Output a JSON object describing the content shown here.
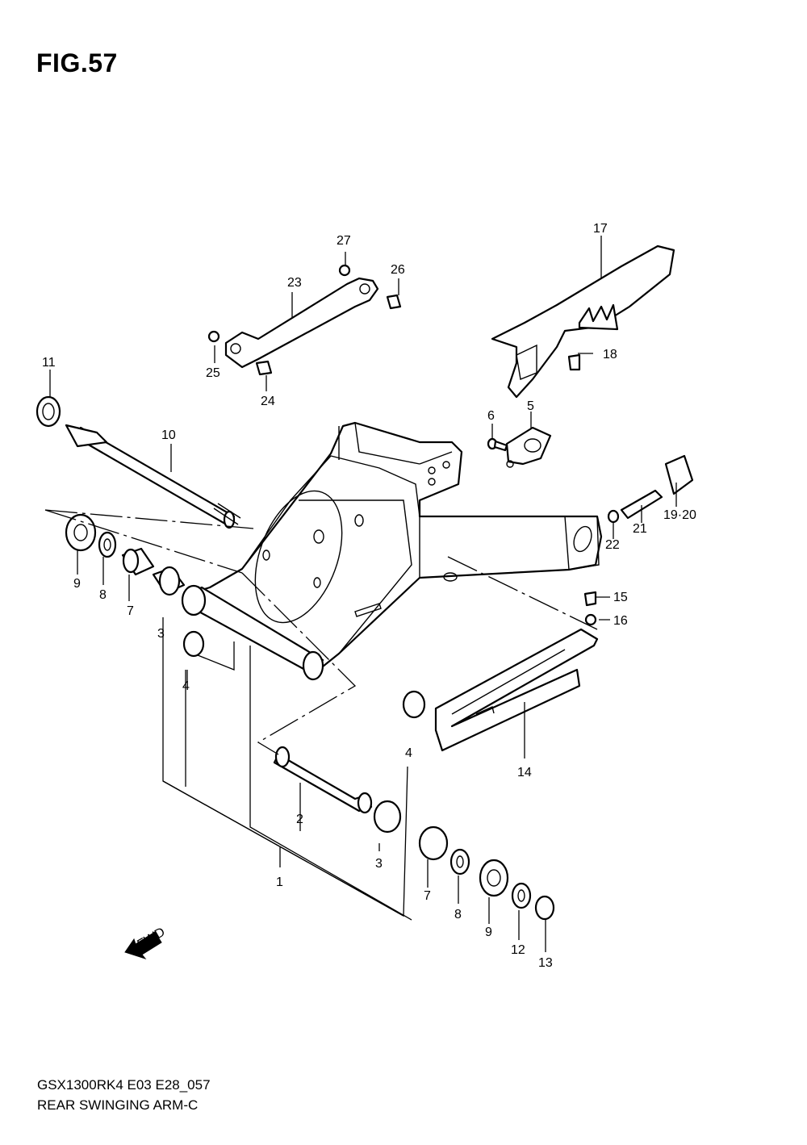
{
  "figure": {
    "title": "FIG.57",
    "code": "GSX1300RK4 E03 E28_057",
    "description": "REAR SWINGING ARM-C"
  },
  "fwd_arrow": {
    "label": "FWD",
    "icon": "fwd-arrow-icon"
  },
  "callouts": [
    {
      "id": "c1",
      "text": "1"
    },
    {
      "id": "c2",
      "text": "2"
    },
    {
      "id": "c3a",
      "text": "3"
    },
    {
      "id": "c3b",
      "text": "3"
    },
    {
      "id": "c4a",
      "text": "4"
    },
    {
      "id": "c4b",
      "text": "4"
    },
    {
      "id": "c5",
      "text": "5"
    },
    {
      "id": "c6",
      "text": "6"
    },
    {
      "id": "c7a",
      "text": "7"
    },
    {
      "id": "c7b",
      "text": "7"
    },
    {
      "id": "c8a",
      "text": "8"
    },
    {
      "id": "c8b",
      "text": "8"
    },
    {
      "id": "c9a",
      "text": "9"
    },
    {
      "id": "c9b",
      "text": "9"
    },
    {
      "id": "c10",
      "text": "10"
    },
    {
      "id": "c11",
      "text": "11"
    },
    {
      "id": "c12",
      "text": "12"
    },
    {
      "id": "c13",
      "text": "13"
    },
    {
      "id": "c14",
      "text": "14"
    },
    {
      "id": "c15",
      "text": "15"
    },
    {
      "id": "c16",
      "text": "16"
    },
    {
      "id": "c17",
      "text": "17"
    },
    {
      "id": "c18",
      "text": "18"
    },
    {
      "id": "c1920",
      "text": "19·20"
    },
    {
      "id": "c21",
      "text": "21"
    },
    {
      "id": "c22",
      "text": "22"
    },
    {
      "id": "c23",
      "text": "23"
    },
    {
      "id": "c24",
      "text": "24"
    },
    {
      "id": "c25",
      "text": "25"
    },
    {
      "id": "c26",
      "text": "26"
    },
    {
      "id": "c27",
      "text": "27"
    }
  ]
}
